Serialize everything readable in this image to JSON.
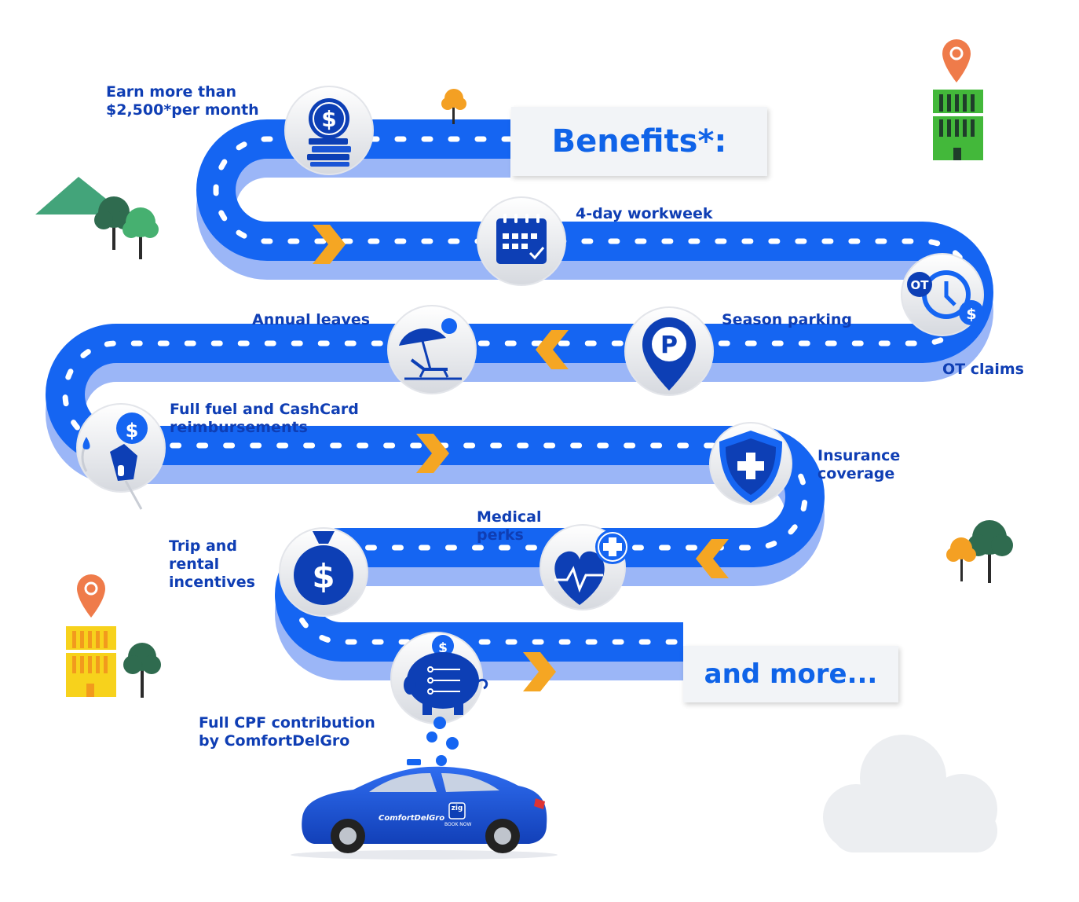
{
  "heading": "Benefits*:",
  "closing": "and more...",
  "benefits": [
    {
      "label": "Earn more than",
      "label2": "$2,500*per month",
      "icon": "money-stack-icon"
    },
    {
      "label": "4-day workweek",
      "icon": "calendar-check-icon"
    },
    {
      "label": "OT claims",
      "icon": "ot-clock-dollar-icon"
    },
    {
      "label": "Season parking",
      "icon": "parking-pin-icon"
    },
    {
      "label": "Annual leaves",
      "icon": "beach-umbrella-icon"
    },
    {
      "label": "Full fuel and CashCard",
      "label2": "reimbursements",
      "icon": "fuel-pump-dollar-icon"
    },
    {
      "label": "Insurance",
      "label2": "coverage",
      "icon": "shield-plus-icon"
    },
    {
      "label": "Medical",
      "label2": "perks",
      "icon": "heart-plus-icon"
    },
    {
      "label": "Trip and",
      "label2": "rental",
      "label3": "incentives",
      "icon": "money-bag-icon"
    },
    {
      "label": "Full CPF contribution",
      "label2": "by ComfortDelGro",
      "icon": "piggy-bank-icon"
    }
  ],
  "taxi": {
    "brand": "ComfortDelGro",
    "app_badge": "zig",
    "badge_sub": "BOOK NOW"
  },
  "colors": {
    "road": "#1565f2",
    "road_shadow": "#9bb6f7",
    "icon_dark": "#0d3fb5",
    "arrow": "#f5a623",
    "text": "#0f3eb4",
    "heading": "#0f63e8"
  }
}
